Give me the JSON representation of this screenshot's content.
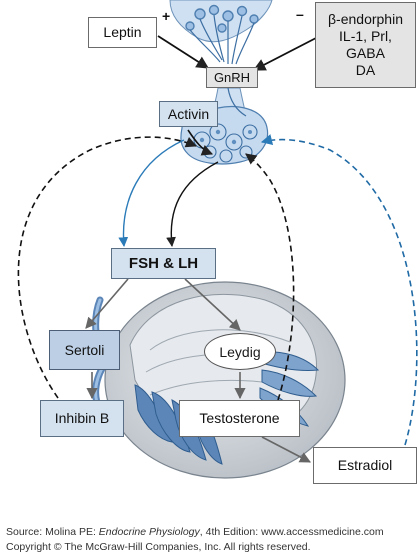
{
  "labels": {
    "leptin": "Leptin",
    "plus": "+",
    "minus": "–",
    "inhibitors": [
      "β-endorphin",
      "IL-1, Prl,",
      "GABA",
      "DA"
    ],
    "gnrh": "GnRH",
    "activin": "Activin",
    "fsh_lh": "FSH & LH",
    "sertoli": "Sertoli",
    "leydig": "Leydig",
    "inhibin_b": "Inhibin B",
    "testosterone": "Testosterone",
    "estradiol": "Estradiol"
  },
  "footer": {
    "source_prefix": "Source: Molina PE: ",
    "source_title": "Endocrine Physiology",
    "source_suffix": ", 4th Edition: www.accessmedicine.com",
    "copyright": "Copyright © The McGraw-Hill Companies, Inc. All rights reserved."
  },
  "colors": {
    "blue_arrow": "#2b7bb9",
    "dashed_black": "#111111",
    "dashed_blue": "#1f6aa5",
    "tissue_blue": "#8fb3d9",
    "testis_gray": "#cfd4da"
  }
}
